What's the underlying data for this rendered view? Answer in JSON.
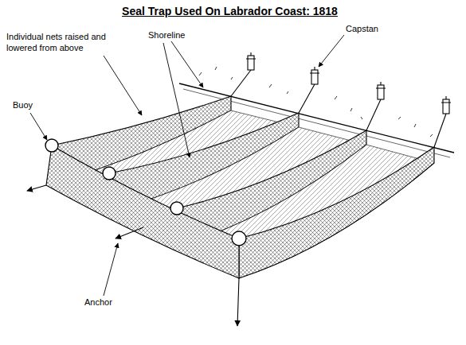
{
  "diagram": {
    "title": "Seal Trap Used On Labrador Coast: 1818",
    "labels": [
      "Individual nets raised and lowered from above",
      "Shoreline",
      "Capstan",
      "Buoy",
      "Anchor"
    ]
  }
}
